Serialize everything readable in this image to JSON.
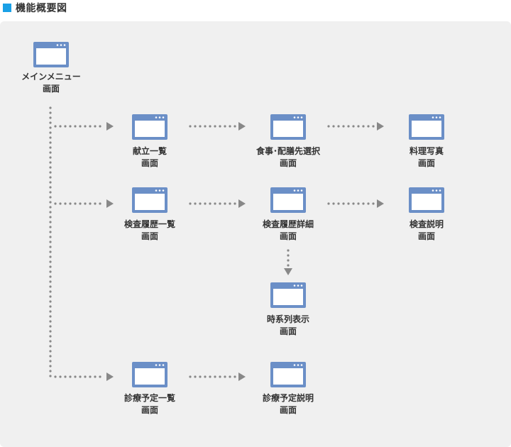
{
  "header": {
    "title": "機能概要図",
    "square_color": "#1aa0e6"
  },
  "colors": {
    "window_fill": "#6b8fc7",
    "window_inner": "#ffffff",
    "connector": "#888888"
  },
  "icon": "screen-window-icon",
  "screens": {
    "main": {
      "line1": "メインメニュー",
      "line2": "画面"
    },
    "menu_list": {
      "line1": "献立一覧",
      "line2": "画面"
    },
    "meal_select": {
      "line1": "食事･配膳先選択",
      "line2": "画面"
    },
    "dish_photo": {
      "line1": "料理写真",
      "line2": "画面"
    },
    "exam_history": {
      "line1": "検査履歴一覧",
      "line2": "画面"
    },
    "exam_detail": {
      "line1": "検査履歴詳細",
      "line2": "画面"
    },
    "exam_explain": {
      "line1": "検査説明",
      "line2": "画面"
    },
    "timeline": {
      "line1": "時系列表示",
      "line2": "画面"
    },
    "visit_schedule": {
      "line1": "診療予定一覧",
      "line2": "画面"
    },
    "visit_explain": {
      "line1": "診療予定説明",
      "line2": "画面"
    }
  }
}
